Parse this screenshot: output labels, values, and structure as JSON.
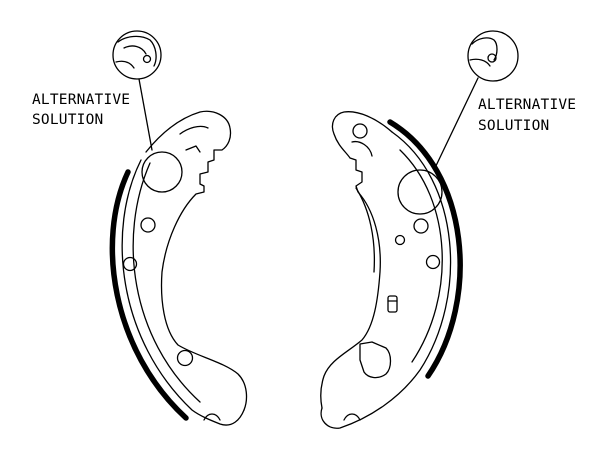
{
  "labels": {
    "left_line1": "ALTERNATIVE",
    "left_line2": "SOLUTION",
    "right_line1": "ALTERNATIVE",
    "right_line2": "SOLUTION"
  },
  "colors": {
    "stroke": "#000000",
    "background": "#ffffff"
  }
}
